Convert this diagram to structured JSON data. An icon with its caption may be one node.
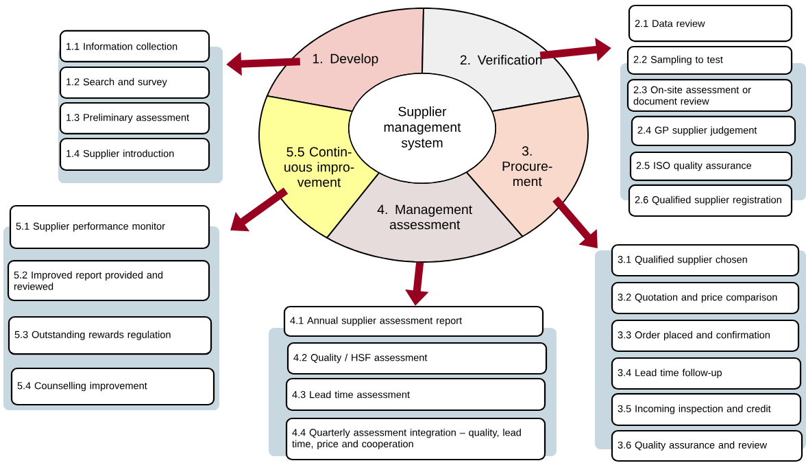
{
  "diagram": {
    "nodes": [
      {
        "text": [
          "Supplier management system"
        ]
      },
      {
        "text": [
          "1. Develop"
        ]
      },
      {
        "text": [
          "2. Verification"
        ]
      },
      {
        "text": [
          "3. Procure- ment"
        ]
      },
      {
        "text": [
          "4. Management assessment"
        ]
      },
      {
        "text": [
          "5.5 Contin- uous impro- vement"
        ]
      },
      {
        "text": [
          "1.1 Information collection"
        ]
      },
      {
        "text": [
          "1.2 Search and survey"
        ]
      },
      {
        "text": [
          "1.3 Preliminary assessment"
        ]
      },
      {
        "text": [
          "1.4 Supplier introduction"
        ]
      },
      {
        "text": [
          "2.1 Data review"
        ]
      },
      {
        "text": [
          "2.2 Sampling to test"
        ]
      },
      {
        "text": [
          "2.3 On-site assessment or document review"
        ]
      },
      {
        "text": [
          "2.4 GP supplier judgement"
        ]
      },
      {
        "text": [
          "2.5 ISO quality assurance"
        ]
      },
      {
        "text": [
          "2.6 Qualified supplier registration"
        ]
      },
      {
        "text": [
          "3.1 Qualified supplier chosen"
        ]
      },
      {
        "text": [
          "3.2 Quotation and price comparison"
        ]
      },
      {
        "text": [
          "3.3 Order placed and confirmation"
        ]
      },
      {
        "text": [
          "3.4 Lead time follow-up"
        ]
      },
      {
        "text": [
          "3.5 Incoming inspection and credit"
        ]
      },
      {
        "text": [
          "3.6 Quality assurance and review"
        ]
      },
      {
        "text": [
          "4.1 Annual supplier assessment report"
        ]
      },
      {
        "text": [
          "4.2 Quality / HSF assessment"
        ]
      },
      {
        "text": [
          "4.3 Lead time assessment"
        ]
      },
      {
        "text": [
          "4.4 Quarterly assessment integration – quality, lead time, price and cooperation"
        ]
      },
      {
        "text": [
          "5.1 Supplier performance monitor"
        ]
      },
      {
        "text": [
          "5.2 Improved report provided and reviewed"
        ]
      },
      {
        "text": [
          "5.3 Outstanding rewards regulation"
        ]
      },
      {
        "text": [
          "5.4 Counselling improvement"
        ]
      }
    ],
    "edges": [
      {
        "from": 1,
        "to": null,
        "arrow": "to"
      },
      {
        "from": 2,
        "to": null,
        "arrow": "to"
      },
      {
        "from": 3,
        "to": null,
        "arrow": "to"
      },
      {
        "from": 4,
        "to": 22,
        "arrow": "to"
      },
      {
        "from": 5,
        "to": null,
        "arrow": "to"
      }
    ]
  }
}
